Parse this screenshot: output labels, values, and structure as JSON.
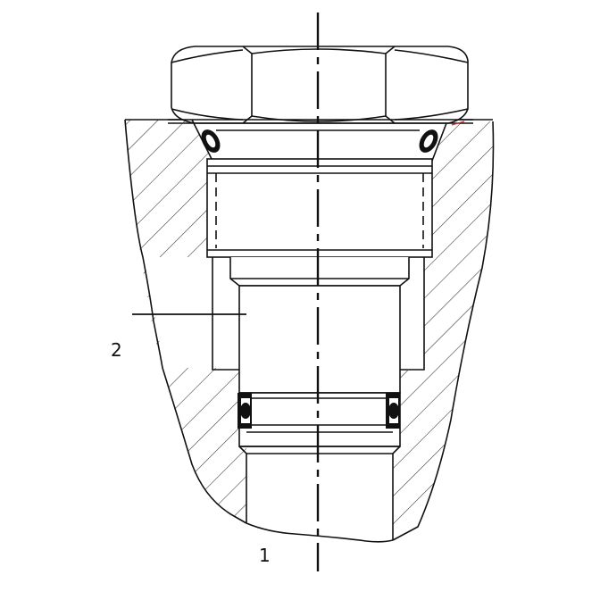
{
  "callouts": [
    {
      "id": "1",
      "text": "1"
    },
    {
      "id": "2",
      "text": "2"
    }
  ],
  "colors": {
    "line": "#111111",
    "hatch": "#333333",
    "background": "#ffffff",
    "accent": "#cc3333"
  }
}
